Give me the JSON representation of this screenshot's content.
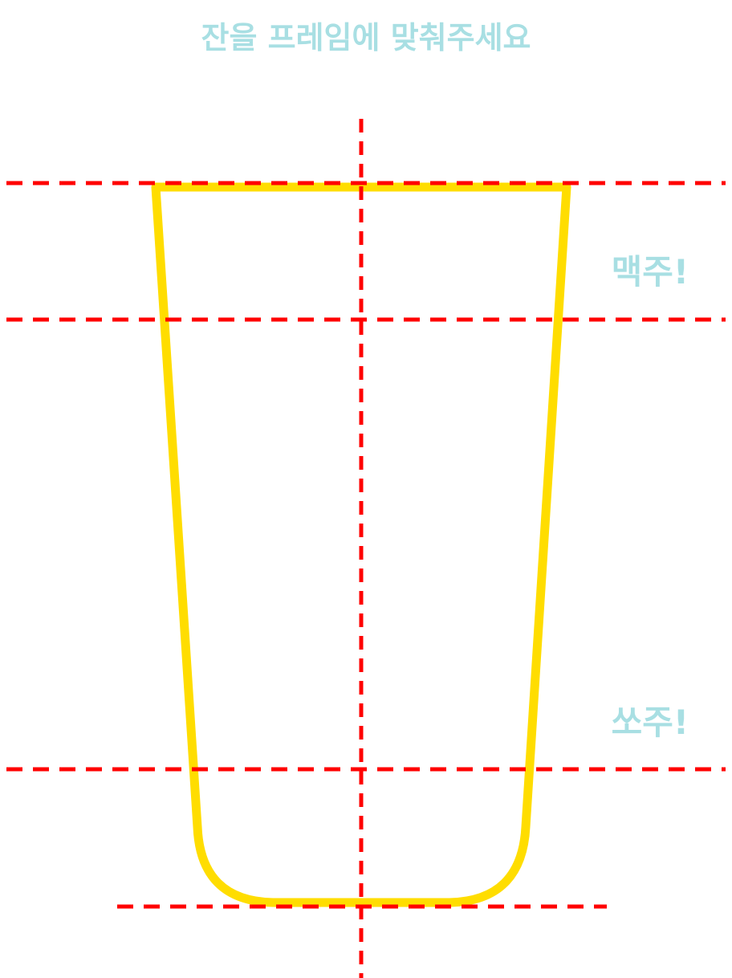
{
  "header": {
    "title": "잔을 프레임에 맞춰주세요"
  },
  "guides": {
    "beer_label": "맥주!",
    "soju_label": "쏘주!"
  },
  "colors": {
    "title": "#a8dfe3",
    "label": "#a8dfe3",
    "guide_line": "#ff0000",
    "glass_outline": "#ffdd00",
    "background": "#ffffff"
  },
  "icons": {
    "glass": "glass-outline-icon"
  }
}
